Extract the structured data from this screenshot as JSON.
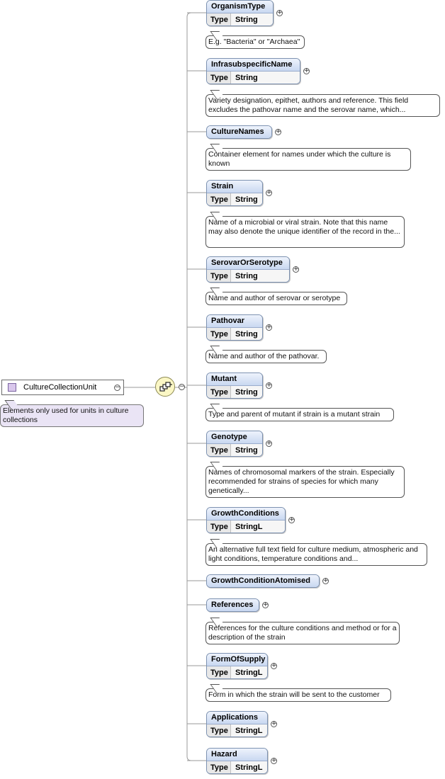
{
  "root": {
    "name": "CultureCollectionUnit",
    "doc": "Elements only used for units in culture collections"
  },
  "icons": {
    "root": "element-square-icon",
    "sequence": "sequence-compositor-icon",
    "collapse": "minus-circle-icon",
    "expand": "plus-circle-icon"
  },
  "type_key": "Type",
  "children": [
    {
      "name": "OrganismType",
      "type": "String",
      "doc": "E.g. \"Bacteria\" or \"Archaea\""
    },
    {
      "name": "InfrasubspecificName",
      "type": "String",
      "doc": "Variety designation, epithet, authors and reference. This field excludes the pathovar name and the serovar name, which..."
    },
    {
      "name": "CultureNames",
      "type": "",
      "doc": "Container element for names under which the culture is known"
    },
    {
      "name": "Strain",
      "type": "String",
      "doc": "Name of a microbial or viral strain. Note that this name may also denote the unique identifier of the record in the..."
    },
    {
      "name": "SerovarOrSerotype",
      "type": "String",
      "doc": "Name and author of serovar or serotype"
    },
    {
      "name": "Pathovar",
      "type": "String",
      "doc": "Name and author of the pathovar."
    },
    {
      "name": "Mutant",
      "type": "String",
      "doc": "Type and parent of mutant if strain is a mutant strain"
    },
    {
      "name": "Genotype",
      "type": "String",
      "doc": "Names of chromosomal markers of the strain. Especially recommended for strains of species for which many genetically..."
    },
    {
      "name": "GrowthConditions",
      "type": "StringL",
      "doc": "An alternative full text field for culture medium, atmospheric and light conditions, temperature conditions and..."
    },
    {
      "name": "GrowthConditionAtomised",
      "type": "",
      "doc": ""
    },
    {
      "name": "References",
      "type": "",
      "doc": "References for the culture conditions and method or for a description of the strain"
    },
    {
      "name": "FormOfSupply",
      "type": "StringL",
      "doc": "Form in which the strain will be sent to the customer"
    },
    {
      "name": "Applications",
      "type": "StringL",
      "doc": ""
    },
    {
      "name": "Hazard",
      "type": "StringL",
      "doc": ""
    }
  ],
  "colors": {
    "element_header": "#c9d8f1",
    "element_border": "#7d92b1",
    "root_doc_bg": "#eae4f5",
    "sequence_bg": "#fbf7c5",
    "root_square": "#d9c7ec"
  }
}
